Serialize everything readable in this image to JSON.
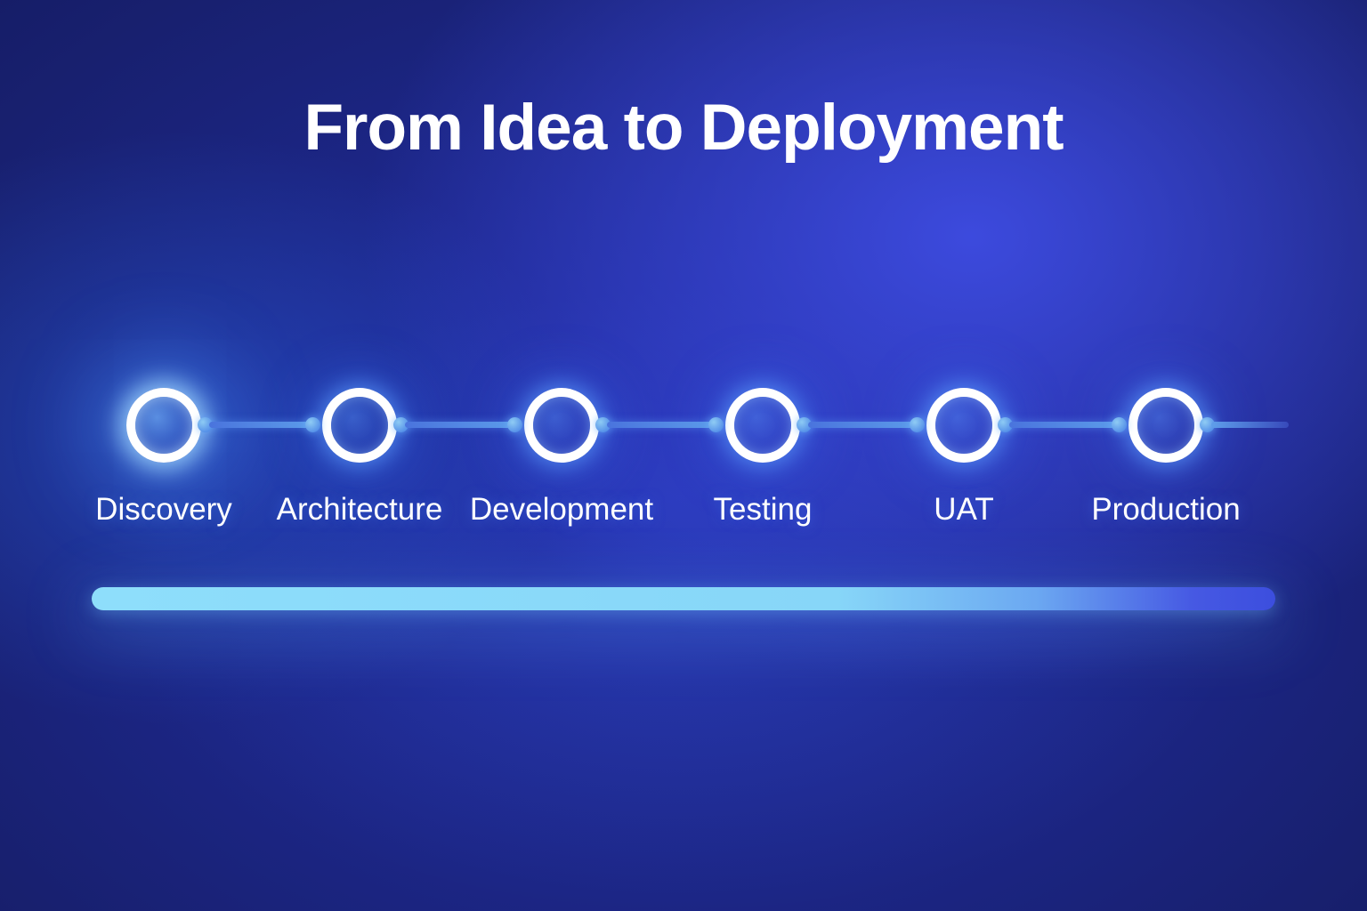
{
  "title": "From Idea to Deployment",
  "timeline": {
    "stages": [
      {
        "label": "Discovery"
      },
      {
        "label": "Architecture"
      },
      {
        "label": "Development"
      },
      {
        "label": "Testing"
      },
      {
        "label": "UAT"
      },
      {
        "label": "Production"
      }
    ]
  },
  "colors": {
    "text": "#ffffff",
    "ring_white": "#ffffff",
    "background_base": "#0c1048",
    "background_glow": "#3e4ce2",
    "connector_line_start": "#4a74dd",
    "connector_line_end": "#5b9ae9",
    "connector_dot": "#8fccf4",
    "bar_start": "#8edefb",
    "bar_end": "#3c4ede"
  }
}
